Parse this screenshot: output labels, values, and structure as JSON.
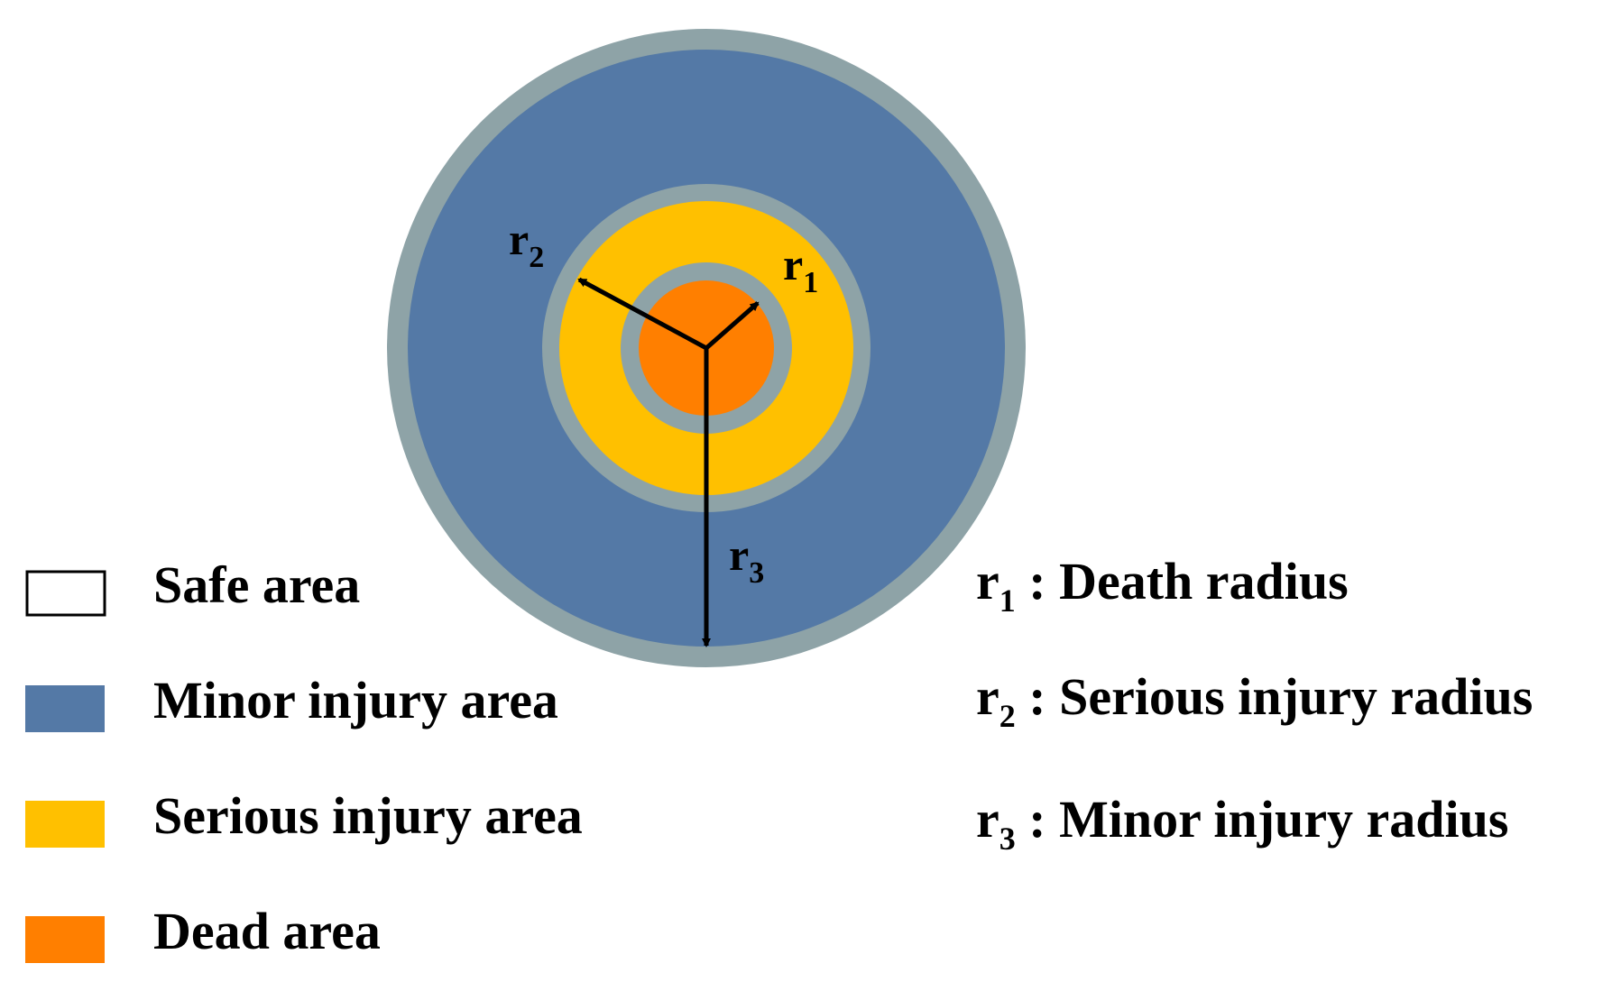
{
  "colors": {
    "safe": "#ffffff",
    "minor": "#5479a6",
    "serious": "#ffc000",
    "dead": "#ff7f00",
    "boundary": "#8ea3a7",
    "arrow": "#000000"
  },
  "radius_labels": {
    "r1": {
      "base": "r",
      "sub": "1"
    },
    "r2": {
      "base": "r",
      "sub": "2"
    },
    "r3": {
      "base": "r",
      "sub": "3"
    }
  },
  "legend": [
    {
      "key": "safe",
      "label": "Safe area"
    },
    {
      "key": "minor",
      "label": "Minor injury area"
    },
    {
      "key": "serious",
      "label": "Serious injury area"
    },
    {
      "key": "dead",
      "label": "Dead area"
    }
  ],
  "definitions": [
    {
      "base": "r",
      "sub": "1",
      "text": " : Death radius"
    },
    {
      "base": "r",
      "sub": "2",
      "text": " : Serious injury radius"
    },
    {
      "base": "r",
      "sub": "3",
      "text": " : Minor injury radius"
    }
  ]
}
